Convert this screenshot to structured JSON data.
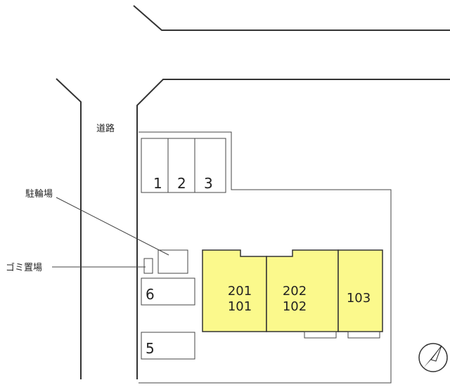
{
  "labels": {
    "road": "道路",
    "bicycle_parking": "駐輪場",
    "garbage_area": "ゴミ置場"
  },
  "parking_spaces": [
    "1",
    "2",
    "3",
    "6",
    "5"
  ],
  "units": {
    "a_upper": "201",
    "a_lower": "101",
    "b_upper": "202",
    "b_lower": "102",
    "c": "103"
  },
  "colors": {
    "building_fill": "#fbf98c",
    "line": "#333333"
  },
  "icons": {
    "north_arrow": "compass-north-arrow-icon"
  }
}
